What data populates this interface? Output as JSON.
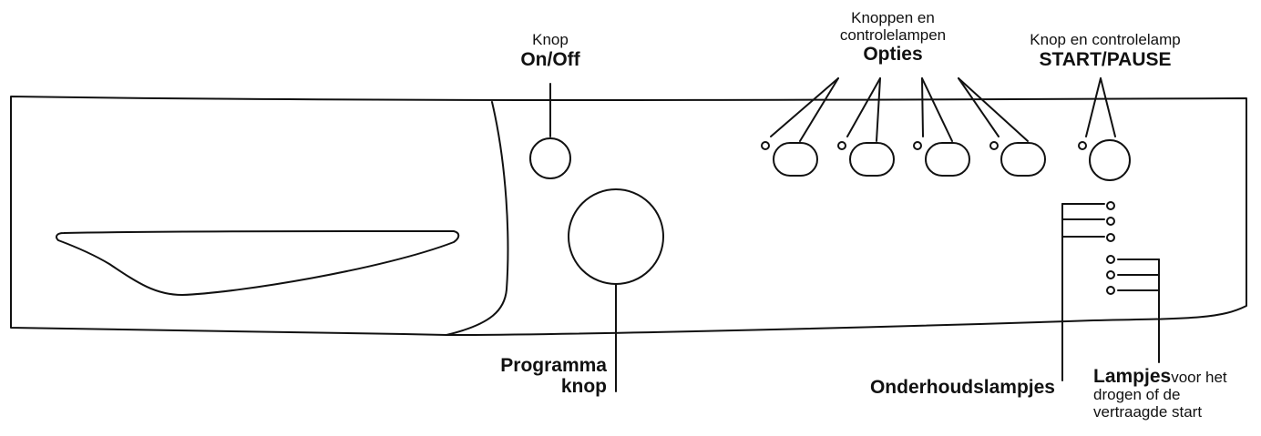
{
  "labels": {
    "onoff": {
      "line1": "Knop",
      "line2": "On/Off"
    },
    "options": {
      "line1": "Knoppen en",
      "line2": "controlelampen",
      "line3": "Opties"
    },
    "start": {
      "line1": "Knop en controlelamp",
      "line2": "START/PAUSE"
    },
    "programma": {
      "line1": "Programma",
      "line2": "knop"
    },
    "onderhoud": {
      "line1": "Onderhoudslampjes"
    },
    "lampjes": {
      "bold": "Lampjes",
      "rest1": "voor het",
      "rest2": "drogen of de",
      "rest3": "vertraagde start"
    }
  }
}
